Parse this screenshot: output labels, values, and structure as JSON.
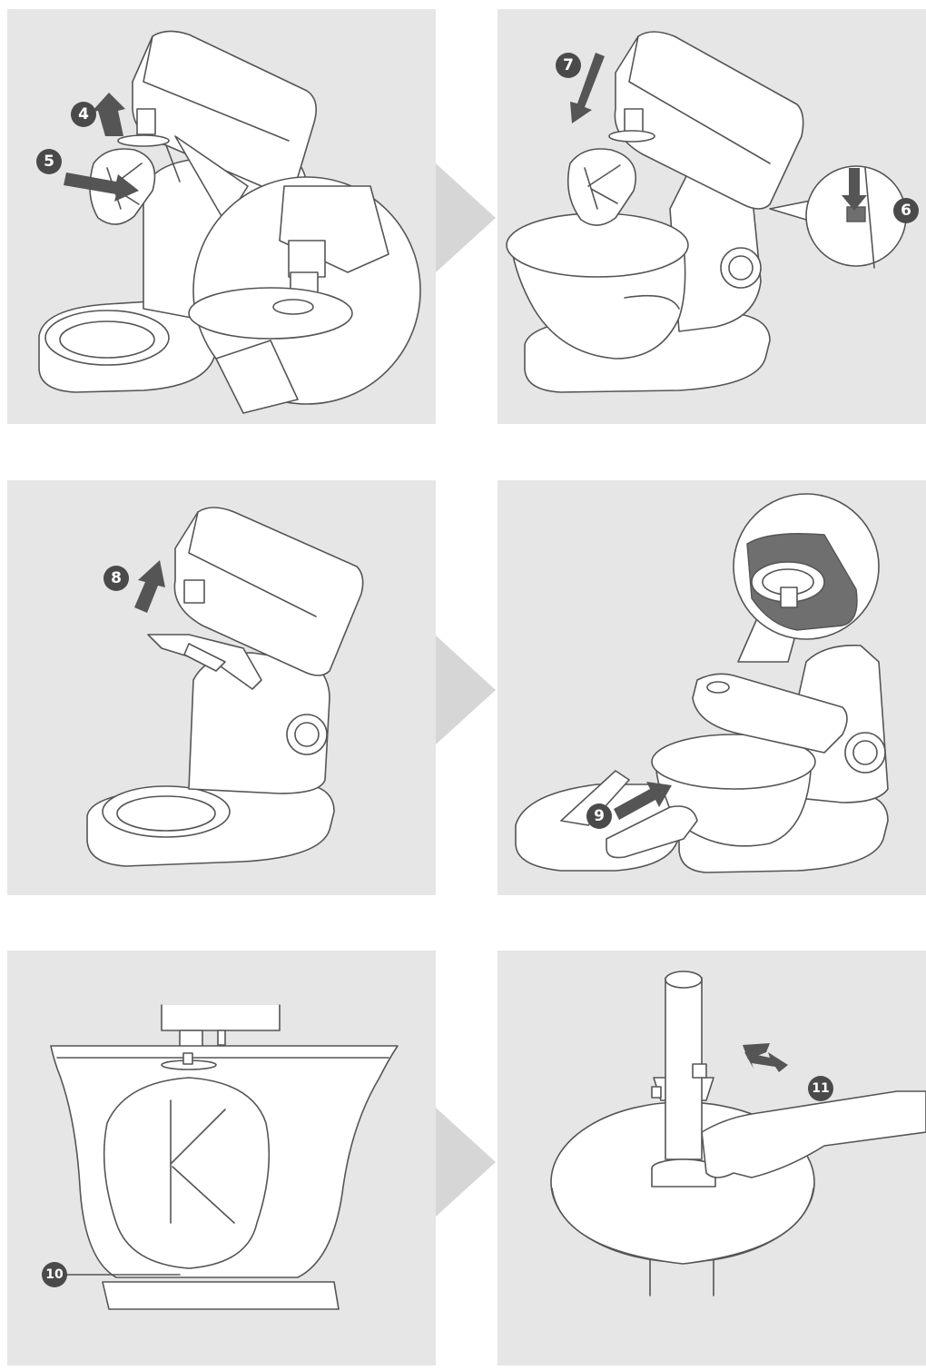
{
  "steps": {
    "s4": "4",
    "s5": "5",
    "s6": "6",
    "s7": "7",
    "s8": "8",
    "s9": "9",
    "s10": "10",
    "s11": "11"
  },
  "colors": {
    "panel_background": "#e6e6e6",
    "line": "#555555",
    "badge": "#4a4a4a",
    "connector": "#d6d6d6"
  }
}
